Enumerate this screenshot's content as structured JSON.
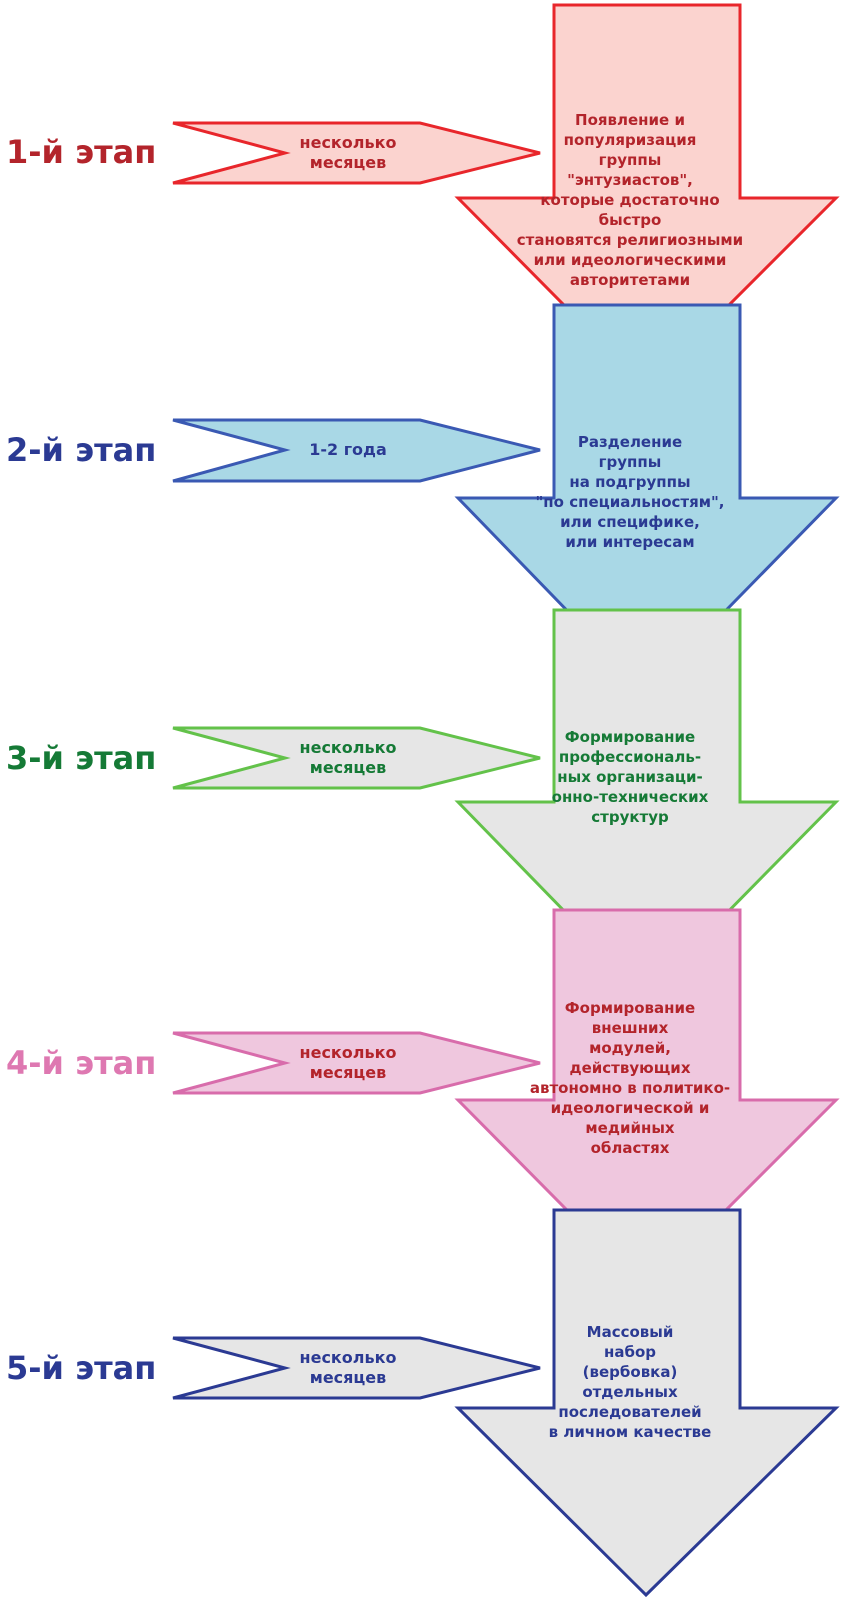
{
  "colors": {
    "stage_1": {
      "text": "#b3242b",
      "fill": "#fbd3cf",
      "stroke": "#e8262b",
      "desc": "#b3242b"
    },
    "stage_2": {
      "text": "#2b3a93",
      "fill": "#a9d8e6",
      "stroke": "#3a59b3",
      "desc": "#2b3a93"
    },
    "stage_3": {
      "text": "#157a36",
      "fill": "#e6e6e6",
      "stroke": "#63c24a",
      "desc": "#157a36"
    },
    "stage_4": {
      "text": "#de78b1",
      "fill": "#efc7de",
      "stroke": "#d86cab",
      "desc": "#b3242b"
    },
    "stage_5": {
      "text": "#2b3a93",
      "fill": "#e6e6e6",
      "stroke": "#2b3a93",
      "desc": "#2b3a93"
    }
  },
  "stages": [
    {
      "label": "1-й этап",
      "duration": "несколько\nмесяцев",
      "description": "Появление и\nпопуляризация\nгруппы\n\"энтузиастов\",\nкоторые достаточно быстро\nстановятся религиозными\nили идеологическими\nавторитетами"
    },
    {
      "label": "2-й этап",
      "duration": "1-2 года",
      "description": "Разделение\nгруппы\nна подгруппы\n\"по специальностям\",\nили специфике,\nили интересам"
    },
    {
      "label": "3-й этап",
      "duration": "несколько\nмесяцев",
      "description": "Формирование\nпрофессиональ-\nных организаци-\nонно-технических\nструктур"
    },
    {
      "label": "4-й этап",
      "duration": "несколько\nмесяцев",
      "description": "Формирование\nвнешних\nмодулей,\nдействующих\nавтономно в политико-\nидеологической и\nмедийных\nобластях"
    },
    {
      "label": "5-й этап",
      "duration": "несколько\nмесяцев",
      "description": "Массовый\nнабор\n(вербовка)\nотдельных\nпоследователей\nв личном качестве"
    }
  ]
}
